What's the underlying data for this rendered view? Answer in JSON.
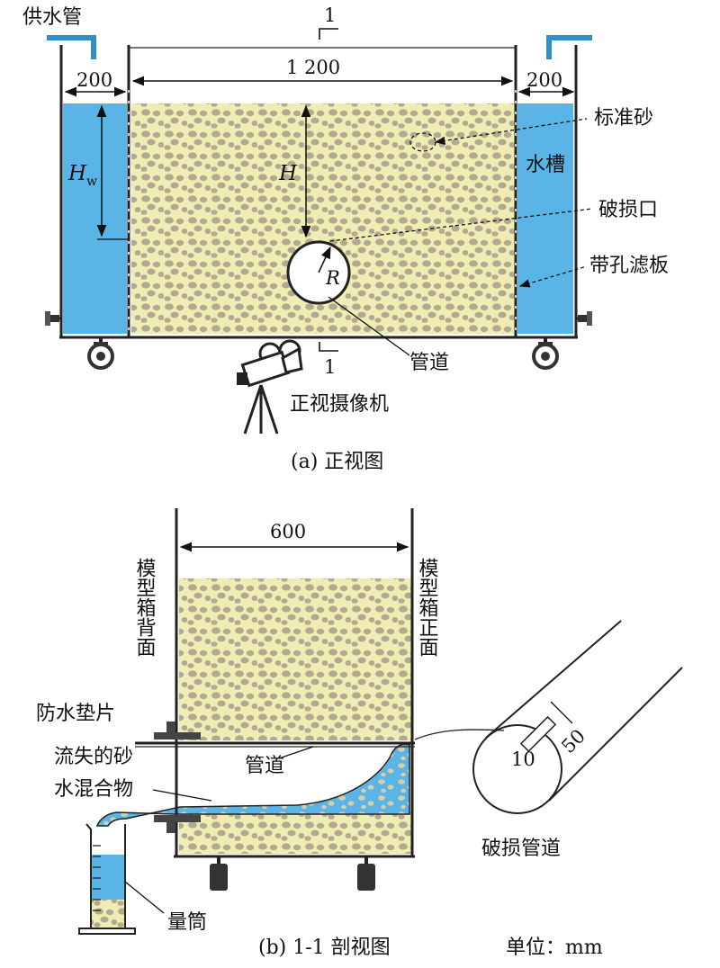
{
  "front_view": {
    "supply_pipe": "供水管",
    "section_mark_top": "1",
    "section_mark_bottom": "1",
    "dim_left_tank": "200",
    "dim_box": "1 200",
    "dim_right_tank": "200",
    "hw_symbol": "H",
    "hw_sub": "w",
    "h_symbol": "H",
    "r_symbol": "R",
    "standard_sand": "标准砂",
    "water_tank": "水槽",
    "breach": "破损口",
    "perforated_plate": "带孔滤板",
    "pipe": "管道",
    "camera": "正视摄像机",
    "caption": "(a) 正视图"
  },
  "section_view": {
    "dim_width": "600",
    "back_face": "模型箱背面",
    "front_face": "模型箱正面",
    "washer": "防水垫片",
    "pipe": "管道",
    "lost_mix_line1": "流失的砂",
    "lost_mix_line2": "水混合物",
    "cylinder": "量筒",
    "dim_slot_width": "10",
    "dim_slot_length": "50",
    "damaged_pipe": "破损管道",
    "caption": "(b) 1-1 剖视图",
    "unit": "单位：mm"
  },
  "colors": {
    "water": "#5ab4e6",
    "sand_fill": "#eeeeb4",
    "sand_grain": "#b5a890",
    "frame": "#222222",
    "supply_pipe": "#2f8fc7"
  }
}
